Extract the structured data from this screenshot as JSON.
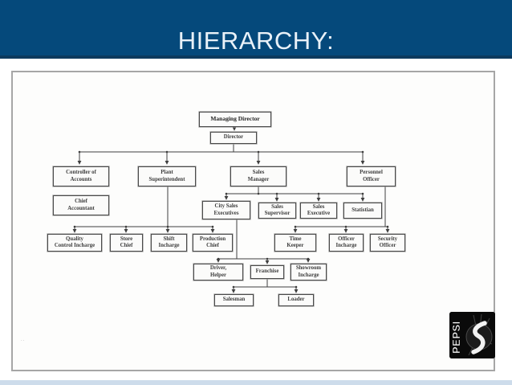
{
  "slide": {
    "title": "HIERARCHY:",
    "footer_mark": "..",
    "logo_brand": "PEPSI"
  },
  "colors": {
    "header_bg": "#05497B",
    "header_underline": "#0D3A5E",
    "title_text": "#E9F1F8",
    "panel_border": "#A6A6A6",
    "chart_line": "#3F3F3F",
    "bottom_strip": "#CDDCEB",
    "logo_bg": "#0A0A0A"
  },
  "org_chart": {
    "nodes": [
      {
        "id": "managing-director",
        "label": "Managing Director"
      },
      {
        "id": "director",
        "label": "Director"
      },
      {
        "id": "controller-of-accounts",
        "label": "Controller of\nAccounts"
      },
      {
        "id": "plant-superintendent",
        "label": "Plant\nSuperintendent"
      },
      {
        "id": "sales-manager",
        "label": "Sales\nManager"
      },
      {
        "id": "personnel-officer",
        "label": "Personnel\nOfficer"
      },
      {
        "id": "chief-accountant",
        "label": "Chief\nAccountant"
      },
      {
        "id": "city-sales-executives",
        "label": "City Sales\nExecutives"
      },
      {
        "id": "sales-supervisor",
        "label": "Sales\nSupervisor"
      },
      {
        "id": "sales-executive",
        "label": "Sales\nExecutive"
      },
      {
        "id": "statistian",
        "label": "Statistian"
      },
      {
        "id": "quality-control-incharge",
        "label": "Quality\nControl Incharge"
      },
      {
        "id": "store-chief",
        "label": "Store\nChief"
      },
      {
        "id": "shift-incharge",
        "label": "Shift\nIncharge"
      },
      {
        "id": "production-chief",
        "label": "Production\nChief"
      },
      {
        "id": "time-keeper",
        "label": "Time\nKeeper"
      },
      {
        "id": "officer-incharge",
        "label": "Officer\nIncharge"
      },
      {
        "id": "security-officer",
        "label": "Security\nOfficer"
      },
      {
        "id": "driver-helper",
        "label": "Driver,\nHelper"
      },
      {
        "id": "franchise",
        "label": "Franchise"
      },
      {
        "id": "showroom-incharge",
        "label": "Showroom\nIncharge"
      },
      {
        "id": "salesman",
        "label": "Salesman"
      },
      {
        "id": "loader",
        "label": "Loader"
      }
    ]
  }
}
